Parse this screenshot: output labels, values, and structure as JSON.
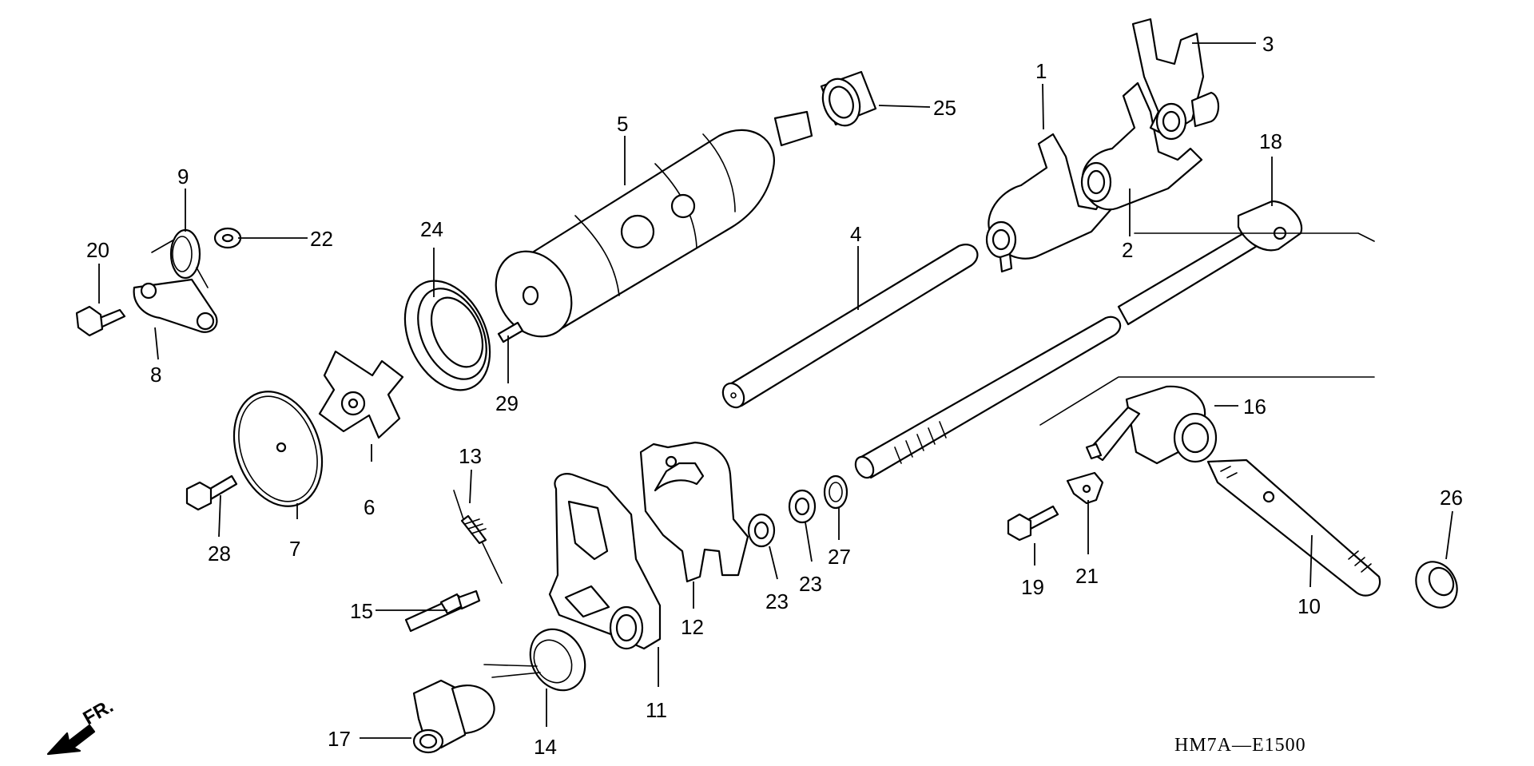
{
  "diagram_code": "HM7A—E1500",
  "front_indicator": "FR.",
  "callouts": [
    {
      "id": "c1",
      "label": "1"
    },
    {
      "id": "c2",
      "label": "2"
    },
    {
      "id": "c3",
      "label": "3"
    },
    {
      "id": "c4",
      "label": "4"
    },
    {
      "id": "c5",
      "label": "5"
    },
    {
      "id": "c6",
      "label": "6"
    },
    {
      "id": "c7",
      "label": "7"
    },
    {
      "id": "c8",
      "label": "8"
    },
    {
      "id": "c9",
      "label": "9"
    },
    {
      "id": "c10",
      "label": "10"
    },
    {
      "id": "c11",
      "label": "11"
    },
    {
      "id": "c12",
      "label": "12"
    },
    {
      "id": "c13",
      "label": "13"
    },
    {
      "id": "c14",
      "label": "14"
    },
    {
      "id": "c15",
      "label": "15"
    },
    {
      "id": "c16",
      "label": "16"
    },
    {
      "id": "c17",
      "label": "17"
    },
    {
      "id": "c18",
      "label": "18"
    },
    {
      "id": "c19",
      "label": "19"
    },
    {
      "id": "c20",
      "label": "20"
    },
    {
      "id": "c21",
      "label": "21"
    },
    {
      "id": "c22",
      "label": "22"
    },
    {
      "id": "c23a",
      "label": "23"
    },
    {
      "id": "c23b",
      "label": "23"
    },
    {
      "id": "c24",
      "label": "24"
    },
    {
      "id": "c25",
      "label": "25"
    },
    {
      "id": "c26",
      "label": "26"
    },
    {
      "id": "c27",
      "label": "27"
    },
    {
      "id": "c28",
      "label": "28"
    },
    {
      "id": "c29",
      "label": "29"
    }
  ]
}
